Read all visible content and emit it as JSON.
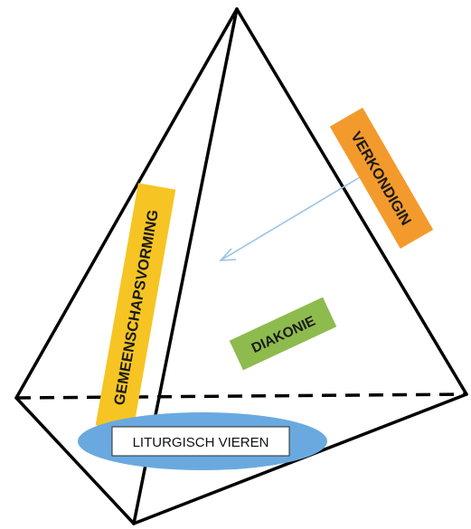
{
  "labels": {
    "verkondiging": "VERKONDIGIN",
    "gemeenschapsvorming": "GEMEENSCHAPSVORMING",
    "diakonie": "DIAKONIE",
    "liturgisch_vieren": "LITURGISCH VIEREN"
  },
  "colors": {
    "verkondiging": "#f39a2c",
    "gemeenschapsvorming": "#f6c523",
    "diakonie": "#8dbb4d",
    "liturgisch_vieren_ellipse": "#6aa9df",
    "liturgisch_vieren_box": "#ffffff",
    "arrow": "#9cc3e6",
    "edges": "#000000"
  }
}
